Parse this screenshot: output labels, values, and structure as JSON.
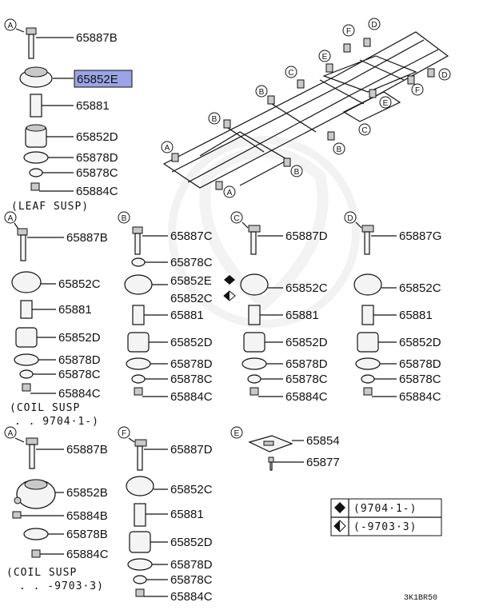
{
  "colors": {
    "highlight": "#9aa4e6",
    "ink": "#111111",
    "watermark": "#ececec"
  },
  "groups": {
    "a_leaf": {
      "ref": "A",
      "parts": [
        "65887B",
        "65852E",
        "65881",
        "65852D",
        "65878D",
        "65878C",
        "65884C"
      ],
      "highlighted": "65852E",
      "note": "(LEAF SUSP)"
    },
    "a_coil_new": {
      "ref": "A",
      "parts": [
        "65887B",
        "65852C",
        "65881",
        "65852D",
        "65878D",
        "65878C",
        "65884C"
      ],
      "note1": "(COIL SUSP",
      "note2": ". . 9704·1-)"
    },
    "b": {
      "ref": "B",
      "parts": [
        "65887C",
        "65878C",
        "65852E",
        "65852C",
        "65881",
        "65852D",
        "65878D",
        "65878C",
        "65884C"
      ]
    },
    "c": {
      "ref": "C",
      "parts": [
        "65887D",
        "65852C",
        "65881",
        "65852D",
        "65878D",
        "65878C",
        "65884C"
      ]
    },
    "d": {
      "ref": "D",
      "parts": [
        "65887G",
        "65852C",
        "65881",
        "65852D",
        "65878D",
        "65878C",
        "65884C"
      ]
    },
    "a_coil_old": {
      "ref": "A",
      "parts": [
        "65887B",
        "65852B",
        "65884B",
        "65878B",
        "65884C"
      ],
      "note1": "(COIL SUSP",
      "note2": ". . -9703·3)"
    },
    "f": {
      "ref": "F",
      "parts": [
        "65887D",
        "65852C",
        "65881",
        "65852D",
        "65878D",
        "65878C",
        "65884C"
      ]
    },
    "e": {
      "ref": "E",
      "parts": [
        "65854",
        "65877"
      ]
    }
  },
  "frame_refs": [
    "A",
    "B",
    "B",
    "B",
    "C",
    "C",
    "D",
    "D",
    "E",
    "E",
    "F",
    "F",
    "A"
  ],
  "legend": {
    "row1": "(9704·1-)",
    "row2": "(-9703·3)"
  },
  "figure_code": "3K1BR50"
}
